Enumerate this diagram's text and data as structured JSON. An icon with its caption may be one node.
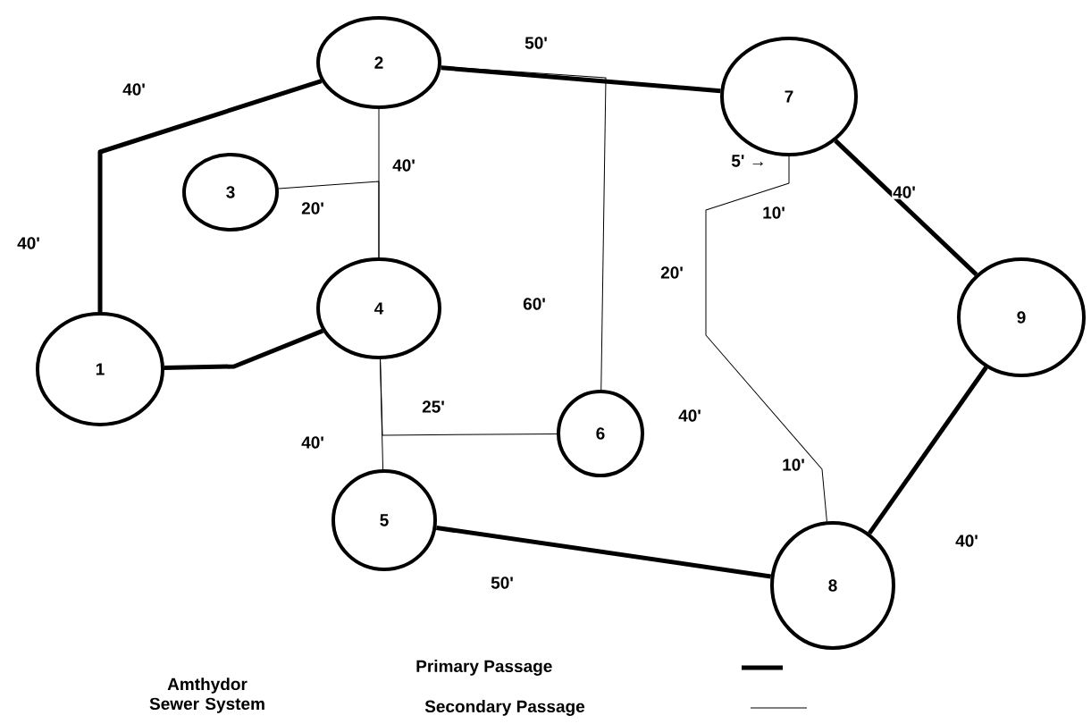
{
  "diagram": {
    "title": "Amthydor Sewer System",
    "nodes": [
      {
        "text": [
          "1"
        ]
      },
      {
        "text": [
          "2"
        ]
      },
      {
        "text": [
          "3"
        ]
      },
      {
        "text": [
          "4"
        ]
      },
      {
        "text": [
          "5"
        ]
      },
      {
        "text": [
          "6"
        ]
      },
      {
        "text": [
          "7"
        ]
      },
      {
        "text": [
          "8"
        ]
      },
      {
        "text": [
          "9"
        ]
      }
    ],
    "edges": [
      {
        "from": 0,
        "to": 1,
        "arrow": "none",
        "style": "thick",
        "label": "40'"
      },
      {
        "from": 0,
        "to": 3,
        "arrow": "none",
        "style": "thick"
      },
      {
        "from": 1,
        "to": 6,
        "arrow": "none",
        "style": "thick",
        "label": "50'"
      },
      {
        "from": 1,
        "to": 3,
        "arrow": "none",
        "label": "40'"
      },
      {
        "from": 2,
        "to": 3,
        "arrow": "none",
        "label": "20'"
      },
      {
        "from": 3,
        "to": 4,
        "arrow": "none",
        "label": "40'"
      },
      {
        "from": 5,
        "to": 3,
        "arrow": "none",
        "label": "25'"
      },
      {
        "from": 5,
        "to": 1,
        "arrow": "none",
        "label": "60'"
      },
      {
        "from": 6,
        "to": 7,
        "arrow": "none",
        "label": "20'"
      },
      {
        "from": 6,
        "to": 8,
        "arrow": "none",
        "style": "thick",
        "label": "40'"
      },
      {
        "from": 8,
        "to": 7,
        "arrow": "none",
        "style": "thick",
        "label": "40'"
      },
      {
        "from": 4,
        "to": 7,
        "arrow": "none",
        "style": "thick",
        "label": "50'"
      }
    ],
    "labels": [
      "40'",
      "5' →",
      "10'",
      "40'",
      "10'"
    ],
    "legend": [
      {
        "text": "Primary Passage"
      },
      {
        "text": "Secondary Passage"
      }
    ]
  }
}
